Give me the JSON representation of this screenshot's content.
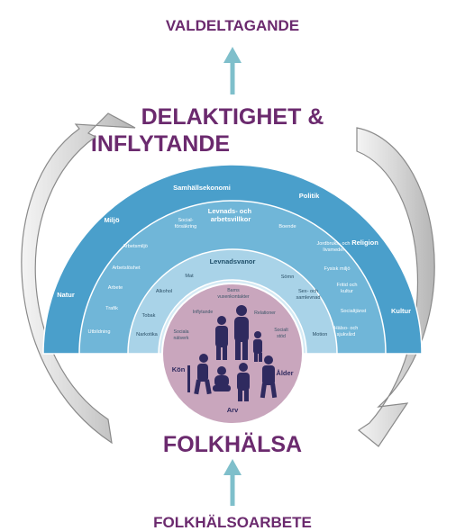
{
  "top_label": "VALDELTAGANDE",
  "headline_line1": "DELAKTIGHET &",
  "headline_line2": "INFLYTANDE",
  "bottom_headline": "FOLKHÄLSA",
  "bottom_label": "FOLKHÄLSOARBETE",
  "colors": {
    "purple": "#6b2a6e",
    "arrow_teal": "#7fbfcb",
    "ring_outer": "#4a9fcb",
    "ring_2": "#70b6d8",
    "ring_3": "#a9d3e8",
    "ring_4": "#d5eaf4",
    "core": "#c9a6bd",
    "figures": "#2f2a5f"
  },
  "rings": {
    "outer": {
      "title": "Samhällsekonomi",
      "items": [
        "Politik",
        "Miljö",
        "Religion",
        "Natur",
        "Kultur"
      ]
    },
    "second": {
      "title_line1": "Levnads- och",
      "title_line2": "arbetsvillkor",
      "items": [
        {
          "lines": [
            "Social-",
            "försäkring"
          ]
        },
        {
          "lines": [
            "Boende"
          ]
        },
        {
          "lines": [
            "Arbetsmiljö"
          ]
        },
        {
          "lines": [
            "Jordbruks- och",
            "livsmedel"
          ]
        },
        {
          "lines": [
            "Arbetslöshet"
          ]
        },
        {
          "lines": [
            "Fysisk miljö"
          ]
        },
        {
          "lines": [
            "Arbete"
          ]
        },
        {
          "lines": [
            "Fritid och",
            "kultur"
          ]
        },
        {
          "lines": [
            "Trafik"
          ]
        },
        {
          "lines": [
            "Socialtjänst"
          ]
        },
        {
          "lines": [
            "Utbildning"
          ]
        },
        {
          "lines": [
            "Hälso- och",
            "sjukvård"
          ]
        }
      ]
    },
    "third": {
      "title": "Levnadsvanor",
      "items": [
        {
          "lines": [
            "Mat"
          ]
        },
        {
          "lines": [
            "Sömn"
          ]
        },
        {
          "lines": [
            "Alkohol"
          ]
        },
        {
          "lines": [
            "Sex- och",
            "samlevnad"
          ]
        },
        {
          "lines": [
            "Tobak"
          ]
        },
        {
          "lines": [
            "Narkotika"
          ]
        },
        {
          "lines": [
            "Motion"
          ]
        }
      ]
    },
    "fourth": {
      "items": [
        {
          "lines": [
            "Barns",
            "vuxenkontakter"
          ]
        },
        {
          "lines": [
            "Inflytande"
          ]
        },
        {
          "lines": [
            "Relationer"
          ]
        },
        {
          "lines": [
            "Sociala",
            "nätverk"
          ]
        },
        {
          "lines": [
            "Socialt",
            "stöd"
          ]
        }
      ]
    },
    "core": {
      "items": [
        "Kön",
        "Ålder",
        "Arv"
      ]
    }
  }
}
